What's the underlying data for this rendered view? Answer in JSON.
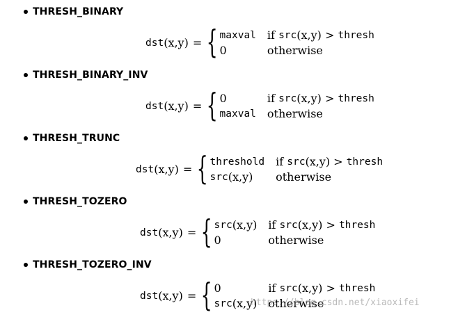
{
  "sections": [
    {
      "heading": "THRESH_BINARY",
      "lhs_fn": "dst",
      "lhs_args": "(x,y)",
      "equals": "=",
      "row1_value": "maxval",
      "row1_value_mono": true,
      "row1_cond_if": "if",
      "row1_cond_fn": "src",
      "row1_cond_args": "(x,y) >",
      "row1_cond_thresh": "thresh",
      "row2_value": "0",
      "row2_value_mono": false,
      "row2_cond": "otherwise"
    },
    {
      "heading": "THRESH_BINARY_INV",
      "lhs_fn": "dst",
      "lhs_args": "(x,y)",
      "equals": "=",
      "row1_value": "0",
      "row1_value_mono": false,
      "row1_cond_if": "if",
      "row1_cond_fn": "src",
      "row1_cond_args": "(x,y) >",
      "row1_cond_thresh": "thresh",
      "row2_value": "maxval",
      "row2_value_mono": true,
      "row2_cond": "otherwise"
    },
    {
      "heading": "THRESH_TRUNC",
      "lhs_fn": "dst",
      "lhs_args": "(x,y)",
      "equals": "=",
      "row1_value": "threshold",
      "row1_value_mono": true,
      "row1_cond_if": "if",
      "row1_cond_fn": "src",
      "row1_cond_args": "(x,y) >",
      "row1_cond_thresh": "thresh",
      "row2_value_fn": "src",
      "row2_value_args": "(x,y)",
      "row2_cond": "otherwise"
    },
    {
      "heading": "THRESH_TOZERO",
      "lhs_fn": "dst",
      "lhs_args": "(x,y)",
      "equals": "=",
      "row1_value_fn": "src",
      "row1_value_args": "(x,y)",
      "row1_cond_if": "if",
      "row1_cond_fn": "src",
      "row1_cond_args": "(x,y) >",
      "row1_cond_thresh": "thresh",
      "row2_value": "0",
      "row2_value_mono": false,
      "row2_cond": "otherwise"
    },
    {
      "heading": "THRESH_TOZERO_INV",
      "lhs_fn": "dst",
      "lhs_args": "(x,y)",
      "equals": "=",
      "row1_value": "0",
      "row1_value_mono": false,
      "row1_cond_if": "if",
      "row1_cond_fn": "src",
      "row1_cond_args": "(x,y) >",
      "row1_cond_thresh": "thresh",
      "row2_value_fn": "src",
      "row2_value_args": "(x,y)",
      "row2_cond": "otherwise"
    }
  ],
  "watermark": "https://blog.csdn.net/xiaoxifei"
}
